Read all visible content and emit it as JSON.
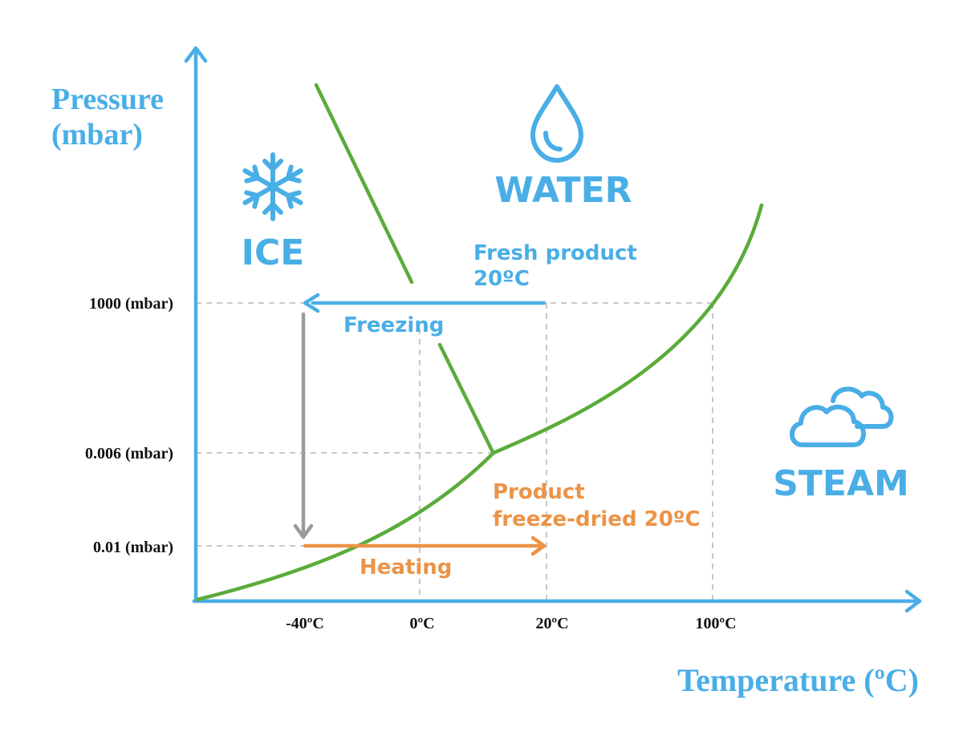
{
  "colors": {
    "blue": "#4aaee6",
    "green": "#5aac3a",
    "orange": "#ec9346",
    "gray": "#9b9b9b",
    "dashed": "#a9a9a9",
    "tick_text": "#111111"
  },
  "axes": {
    "y_label_line1": "Pressure",
    "y_label_line2": "(mbar)",
    "x_label": "Temperature (ºC)"
  },
  "y_ticks": [
    "1000 (mbar)",
    "0.006 (mbar)",
    "0.01 (mbar)"
  ],
  "x_ticks": [
    "-40ºC",
    "0ºC",
    "20ºC",
    "100ºC"
  ],
  "regions": {
    "ice": "ICE",
    "water": "WATER",
    "steam": "STEAM"
  },
  "icons": {
    "ice": "snowflake-icon",
    "water": "water-drop-icon",
    "steam": "cloud-icon"
  },
  "annotations": {
    "fresh_line1": "Fresh product",
    "fresh_line2": "20ºC",
    "freezing": "Freezing",
    "product_line1": "Product",
    "product_line2": "freeze-dried 20ºC",
    "heating": "Heating"
  }
}
